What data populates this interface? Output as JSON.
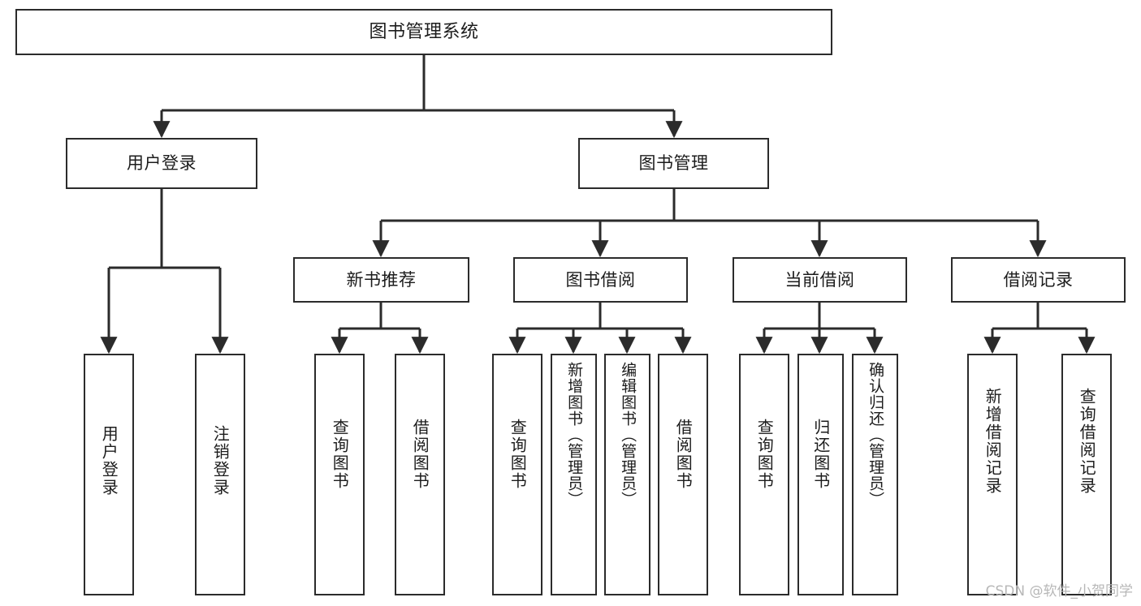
{
  "diagram": {
    "title": "图书管理系统",
    "type": "tree-hierarchy-diagram",
    "stroke_color": "#2b2b2b",
    "fill_color": "#ffffff",
    "text_color": "#1c1c1c"
  },
  "root": {
    "label": "图书管理系统"
  },
  "level2": [
    {
      "id": "user-login",
      "label": "用户登录"
    },
    {
      "id": "book-management",
      "label": "图书管理"
    }
  ],
  "level3": [
    {
      "id": "new-book-recommend",
      "label": "新书推荐"
    },
    {
      "id": "book-borrow",
      "label": "图书借阅"
    },
    {
      "id": "current-borrow",
      "label": "当前借阅"
    },
    {
      "id": "borrow-record",
      "label": "借阅记录"
    }
  ],
  "leaves": {
    "user_login": [
      {
        "id": "leaf-user-login",
        "label": "用户登录"
      },
      {
        "id": "leaf-logout",
        "label": "注销登录"
      }
    ],
    "new_book_recommend": [
      {
        "id": "leaf-query-book-1",
        "label": "查询图书"
      },
      {
        "id": "leaf-borrow-book-1",
        "label": "借阅图书"
      }
    ],
    "book_borrow": [
      {
        "id": "leaf-query-book-2",
        "label": "查询图书"
      },
      {
        "id": "leaf-add-book",
        "label": "新增图书（管理员）"
      },
      {
        "id": "leaf-edit-book",
        "label": "编辑图书（管理员）"
      },
      {
        "id": "leaf-borrow-book-2",
        "label": "借阅图书"
      }
    ],
    "current_borrow": [
      {
        "id": "leaf-query-book-3",
        "label": "查询图书"
      },
      {
        "id": "leaf-return-book",
        "label": "归还图书"
      },
      {
        "id": "leaf-confirm-return",
        "label": "确认归还（管理员）"
      }
    ],
    "borrow_record": [
      {
        "id": "leaf-add-record",
        "label": "新增借阅记录"
      },
      {
        "id": "leaf-query-record",
        "label": "查询借阅记录"
      }
    ]
  },
  "watermark": {
    "text": "CSDN @软件_小贺同学"
  }
}
